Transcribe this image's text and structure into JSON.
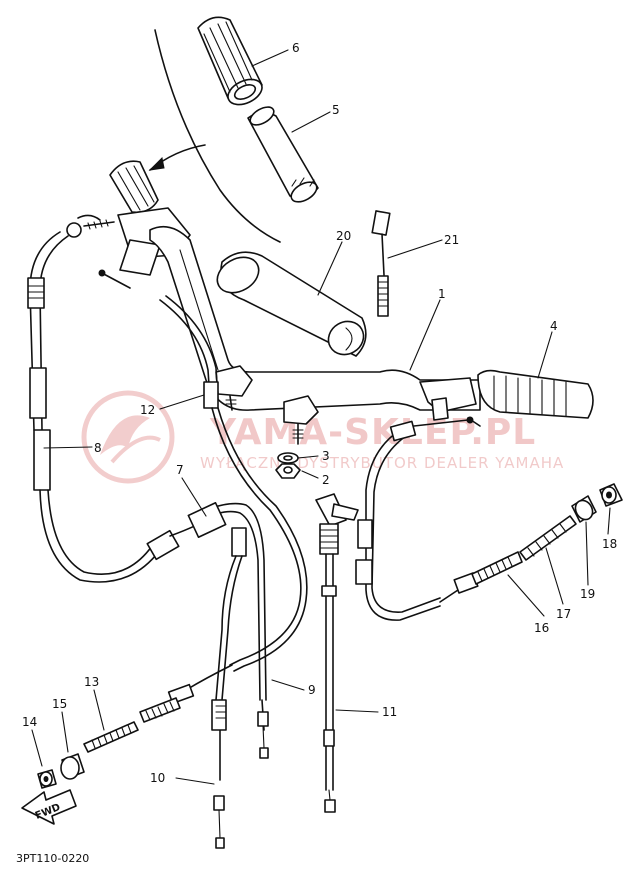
{
  "diagram": {
    "code": "3PT110-0220",
    "fwd_label": "FWD",
    "callouts": {
      "c1": "1",
      "c2": "2",
      "c3": "3",
      "c4": "4",
      "c5": "5",
      "c6": "6",
      "c7": "7",
      "c8": "8",
      "c9": "9",
      "c10": "10",
      "c11": "11",
      "c12": "12",
      "c13": "13",
      "c14": "14",
      "c15": "15",
      "c16": "16",
      "c17": "17",
      "c18": "18",
      "c19": "19",
      "c20": "20",
      "c21": "21"
    }
  },
  "watermark": {
    "brand": "YAMA-SKLEP.PL",
    "tagline": "WYŁĄCZNY DYSTRYBUTOR DEALER YAMAHA",
    "color": "#e79c9c"
  }
}
